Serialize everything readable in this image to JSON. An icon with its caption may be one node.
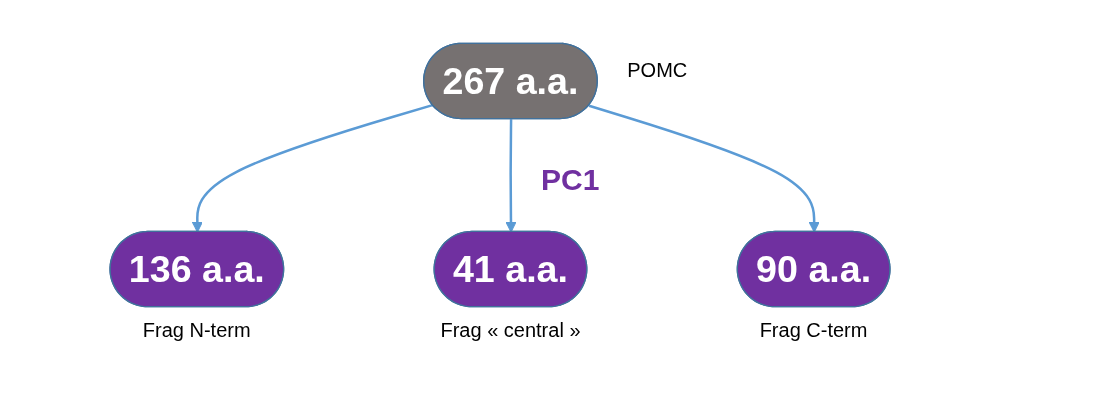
{
  "diagram": {
    "nodes": [
      {
        "text": [
          "267 a.a."
        ],
        "beside": [
          "POMC"
        ]
      },
      {
        "text": [
          "136 a.a."
        ],
        "beside": [
          "Frag N-term"
        ]
      },
      {
        "text": [
          "41 a.a."
        ],
        "beside": [
          "Frag « central »"
        ]
      },
      {
        "text": [
          "90 a.a."
        ],
        "beside": [
          "Frag C-term"
        ]
      }
    ],
    "edges": [
      {
        "from": 0,
        "to": 1,
        "arrow": "to"
      },
      {
        "from": 0,
        "to": 2,
        "arrow": "to"
      },
      {
        "from": 0,
        "to": 3,
        "arrow": "to"
      }
    ],
    "labels": [
      "PC1"
    ]
  }
}
